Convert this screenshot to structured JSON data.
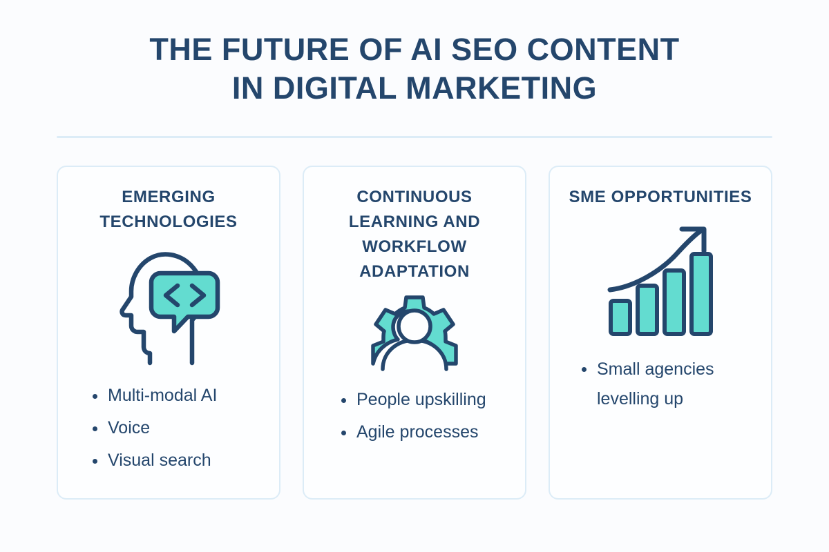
{
  "colors": {
    "navy": "#24466c",
    "teal": "#63dcd0",
    "card_border": "#dcecf7",
    "divider": "#dcecf7",
    "background": "#fbfcfe"
  },
  "header": {
    "title_line_1": "The Future of AI SEO Content",
    "title_line_2": "In Digital Marketing"
  },
  "cards": [
    {
      "title": "Emerging Technologies",
      "icon": "head-code-bubble-icon",
      "bullets": [
        "Multi-modal AI",
        "Voice",
        "Visual search"
      ]
    },
    {
      "title": "Continuous Learning and Workflow Adaptation",
      "icon": "gear-person-icon",
      "bullets": [
        "People upskilling",
        "Agile processes"
      ]
    },
    {
      "title": "SME Opportunities",
      "icon": "growth-bar-chart-arrow-icon",
      "bullets": [
        "Small agencies levelling up"
      ]
    }
  ]
}
